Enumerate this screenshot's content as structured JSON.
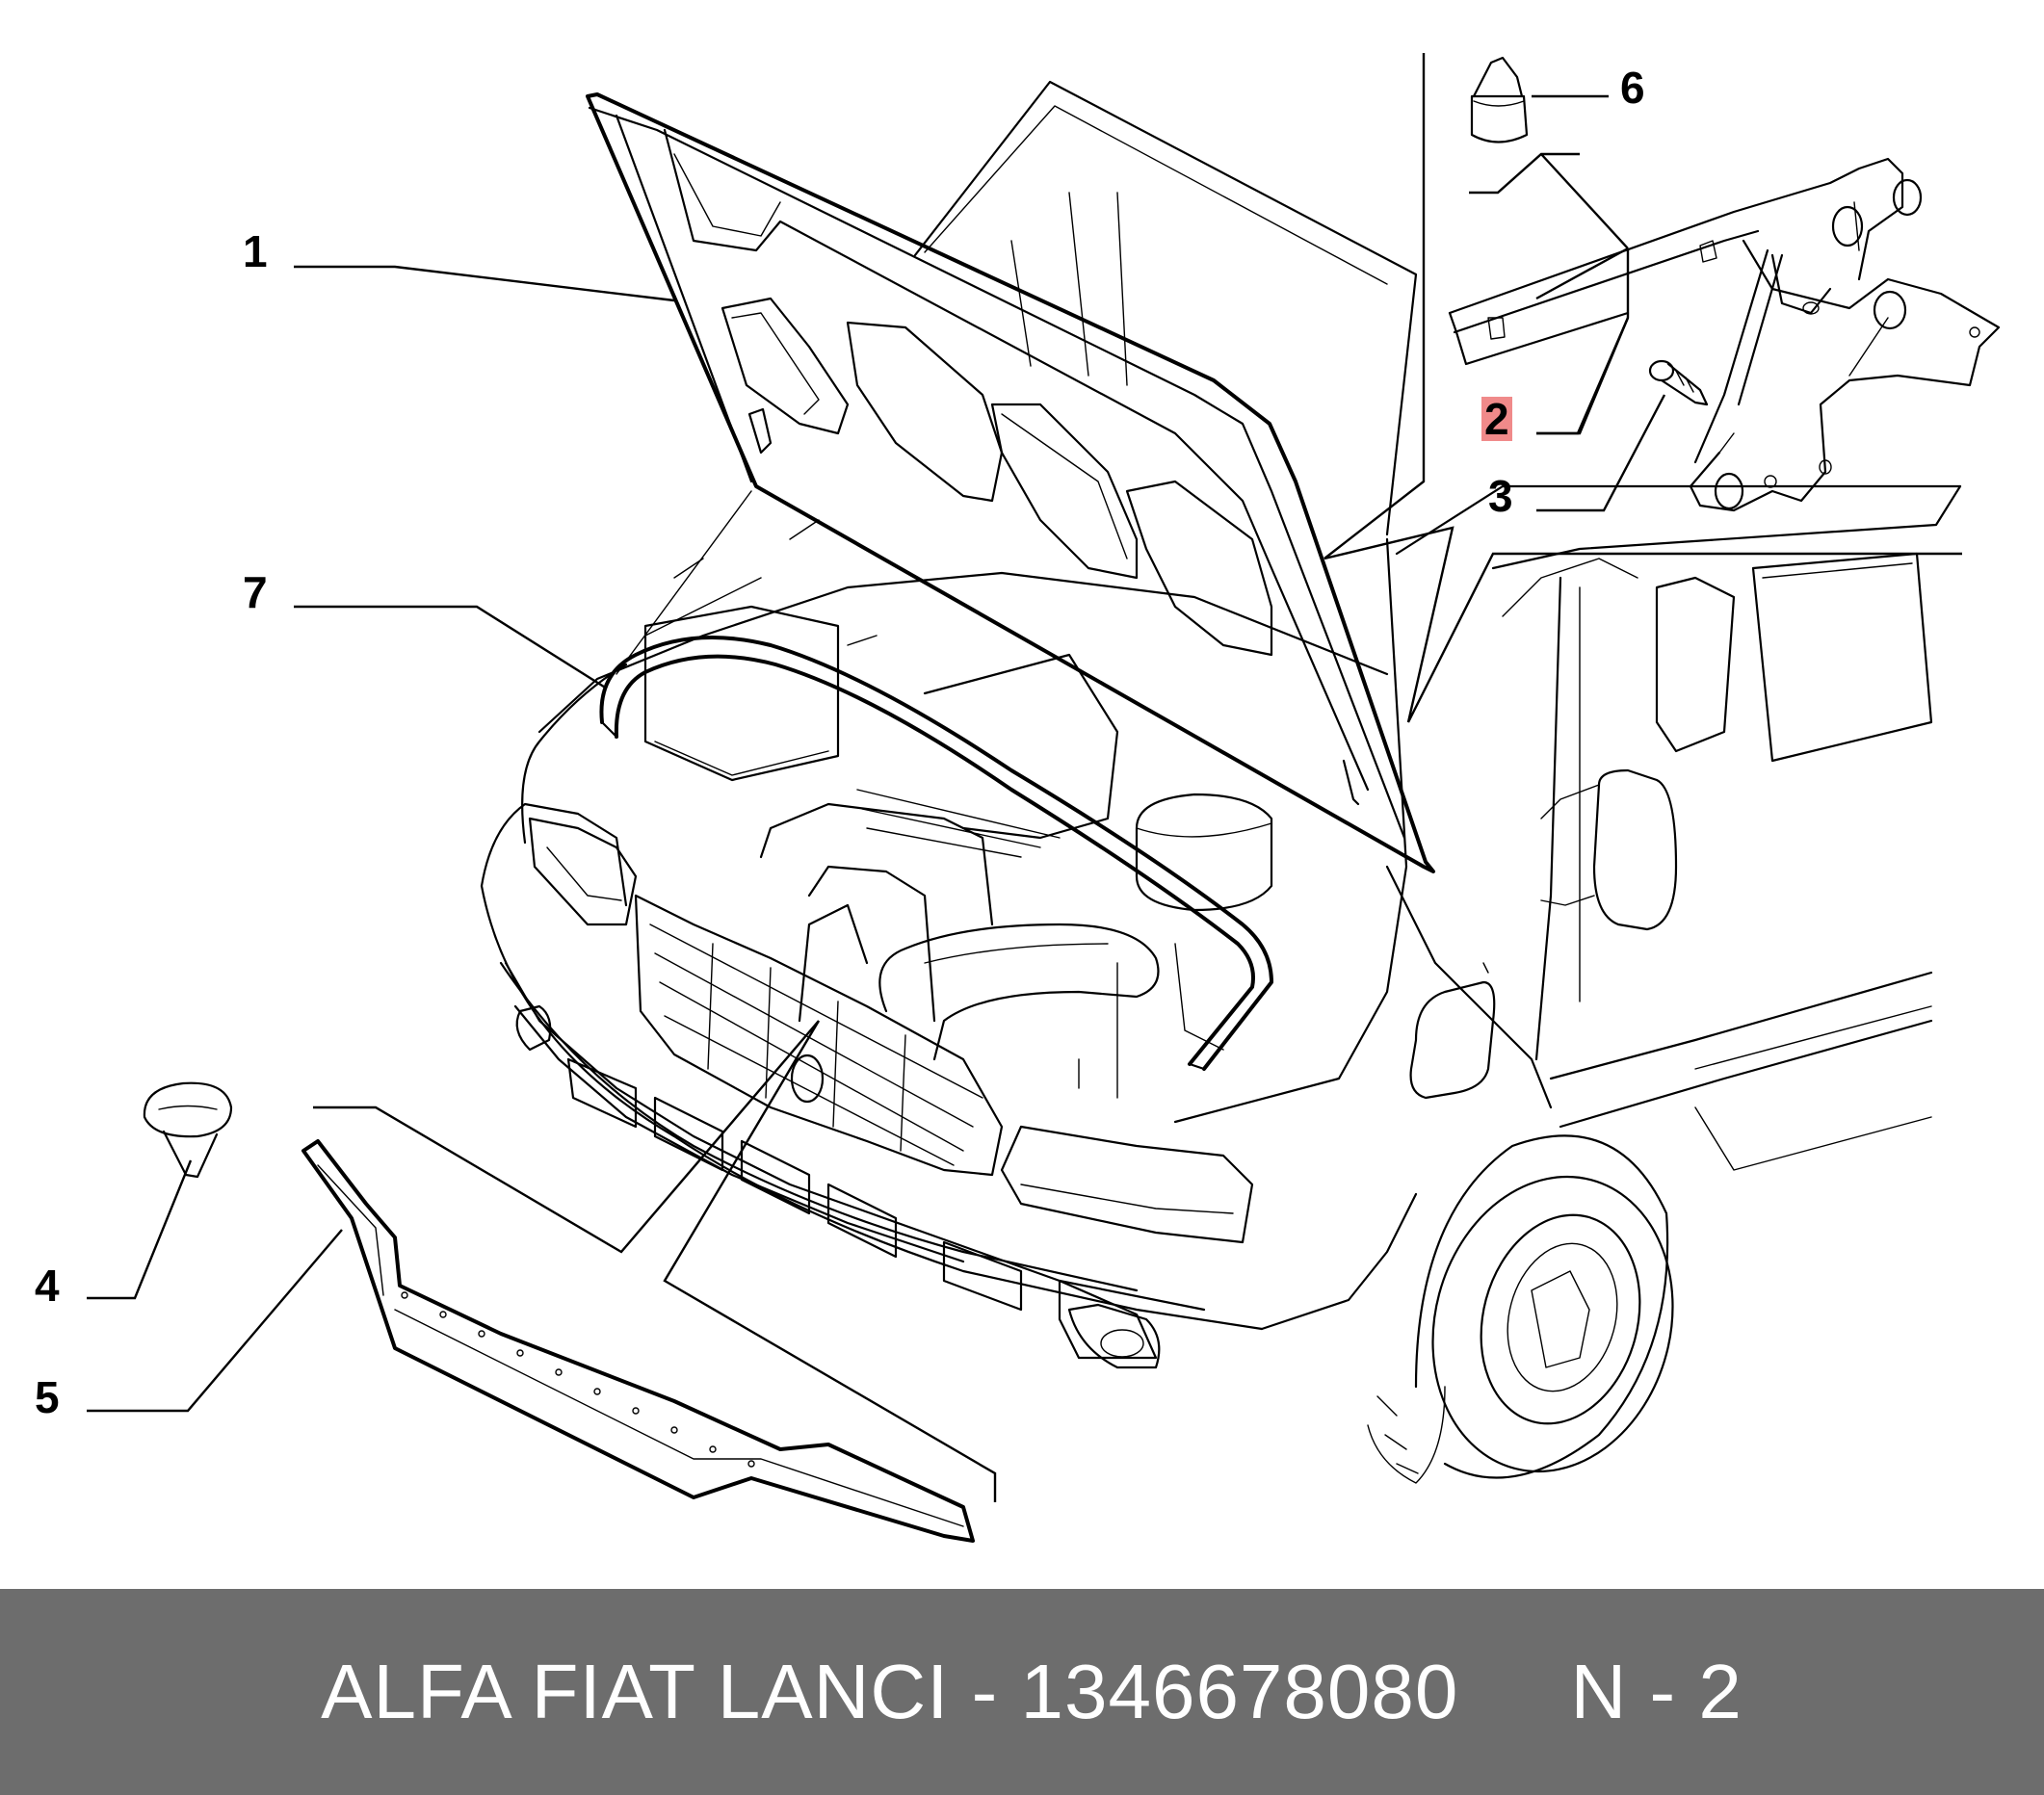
{
  "callouts": [
    {
      "id": "1",
      "label": "1"
    },
    {
      "id": "2",
      "label": "2",
      "highlighted": true
    },
    {
      "id": "3",
      "label": "3"
    },
    {
      "id": "4",
      "label": "4"
    },
    {
      "id": "5",
      "label": "5"
    },
    {
      "id": "6",
      "label": "6"
    },
    {
      "id": "7",
      "label": "7"
    }
  ],
  "footer": {
    "brand": "ALFA FIAT LANCI",
    "part_number": "1346678080",
    "separator": " - ",
    "reference": "N - 2",
    "text": "ALFA FIAT LANCI - 1346678080     N - 2"
  },
  "colors": {
    "footer_background": "#6d6d6d",
    "footer_text": "#ffffff",
    "highlight": "#f08a8a",
    "line": "#000000"
  }
}
